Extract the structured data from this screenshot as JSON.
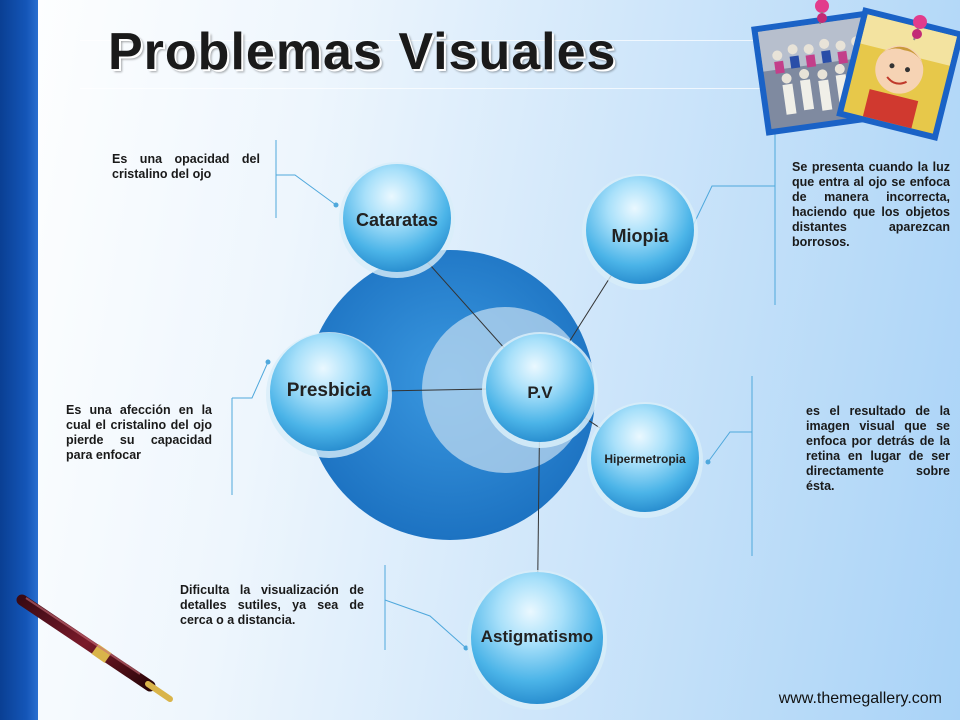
{
  "title": "Problemas Visuales",
  "center": {
    "label": "P.V"
  },
  "nodes": {
    "cataratas": {
      "label": "Cataratas",
      "description": "Es una opacidad del cristalino del ojo"
    },
    "miopia": {
      "label": "Miopia",
      "description": "Se presenta cuando la luz que entra al ojo se enfoca de manera incorrecta, haciendo que los objetos distantes aparezcan borrosos."
    },
    "presbicia": {
      "label": "Presbicia",
      "description": "Es una afección en la cual el cristalino del ojo pierde su capacidad para enfocar"
    },
    "hipermetropia": {
      "label": "Hipermetropia",
      "description": "es el resultado de la imagen visual que se enfoca por detrás de la retina en lugar de ser directamente sobre ésta."
    },
    "astigmatismo": {
      "label": "Astigmatismo",
      "description": "Dificulta la visualización de detalles sutiles, ya sea de cerca o a distancia."
    }
  },
  "footer": {
    "url": "www.themegallery.com"
  },
  "colors": {
    "big_circle": "#1f7fd0",
    "bubble": "#5fc0ee",
    "left_bar": "#0a3f93",
    "connector": "#4fa8dc"
  }
}
